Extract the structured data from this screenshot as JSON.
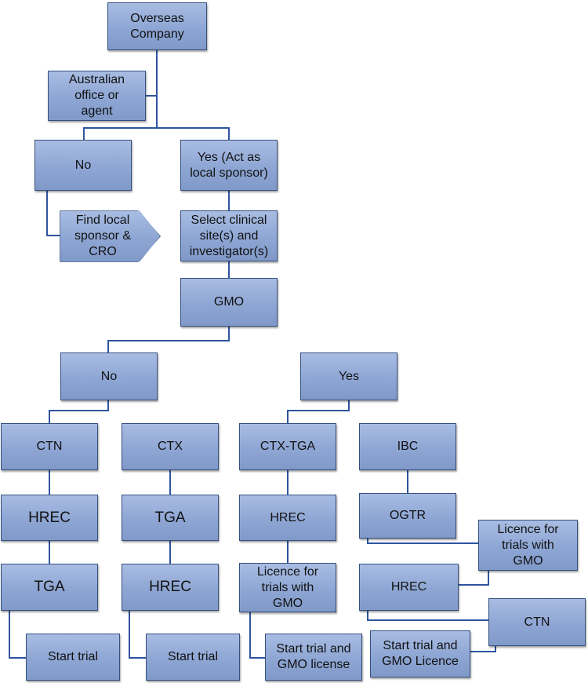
{
  "nodes": {
    "overseas_company": "Overseas\nCompany",
    "australian_office": "Australian\noffice or\nagent",
    "no_top": "No",
    "yes_local_sponsor": "Yes  (Act as\nlocal sponsor)",
    "find_local_sponsor": "Find local\nsponsor &\nCRO",
    "select_clinical_site": "Select clinical\nsite(s) and\ninvestigator(s)",
    "gmo": "GMO",
    "gmo_no": "No",
    "gmo_yes": "Yes",
    "ctn_1": "CTN",
    "ctx": "CTX",
    "ctx_tga": "CTX-TGA",
    "ibc": "IBC",
    "hrec_1": "HREC",
    "tga_2": "TGA",
    "hrec_3": "HREC",
    "ogtr": "OGTR",
    "tga_1": "TGA",
    "hrec_2": "HREC",
    "licence_gmo_3": "Licence for\ntrials with\nGMO",
    "licence_gmo_4": "Licence for\ntrials with\nGMO",
    "hrec_4": "HREC",
    "ctn_4": "CTN",
    "start_trial_1": "Start trial",
    "start_trial_2": "Start trial",
    "start_trial_gmo_license": "Start trial and\nGMO license",
    "start_trial_gmo_licence": "Start trial and\nGMO Licence"
  },
  "colors": {
    "box_fill_top": "#a9bde3",
    "box_fill_bottom": "#8099c8",
    "box_border": "#34507f",
    "connector": "#2e55a0"
  }
}
